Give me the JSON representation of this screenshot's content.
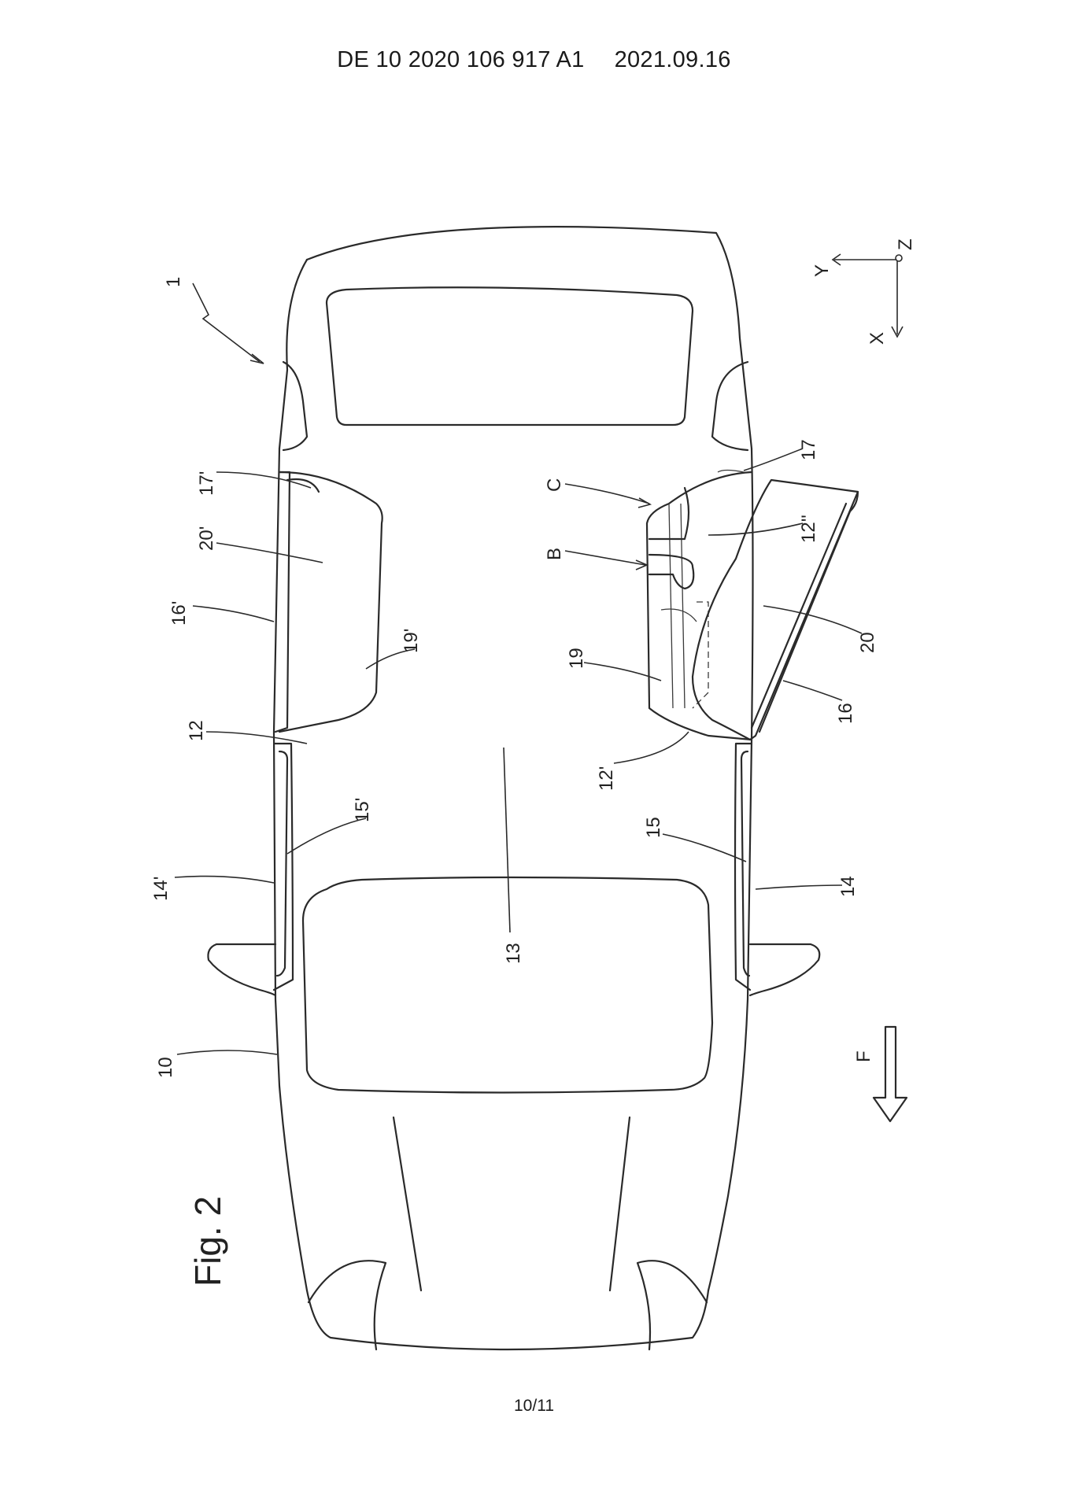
{
  "header": {
    "publication_number": "DE 10 2020 106 917 A1",
    "publication_date": "2021.09.16"
  },
  "figure": {
    "title": "Fig. 2",
    "labels": {
      "l1": "1",
      "l10": "10",
      "l12": "12",
      "l12p": "12'",
      "l12pp": "12''",
      "l13": "13",
      "l14": "14",
      "l14p": "14'",
      "l15": "15",
      "l15p": "15'",
      "l16": "16",
      "l16p": "16'",
      "l17": "17",
      "l17p": "17'",
      "l19": "19",
      "l19p": "19'",
      "l20": "20",
      "l20p": "20'",
      "lB": "B",
      "lC": "C",
      "lF": "F"
    },
    "axes": {
      "x": "X",
      "y": "Y",
      "z": "Z"
    }
  },
  "footer": {
    "page": "10/11"
  }
}
